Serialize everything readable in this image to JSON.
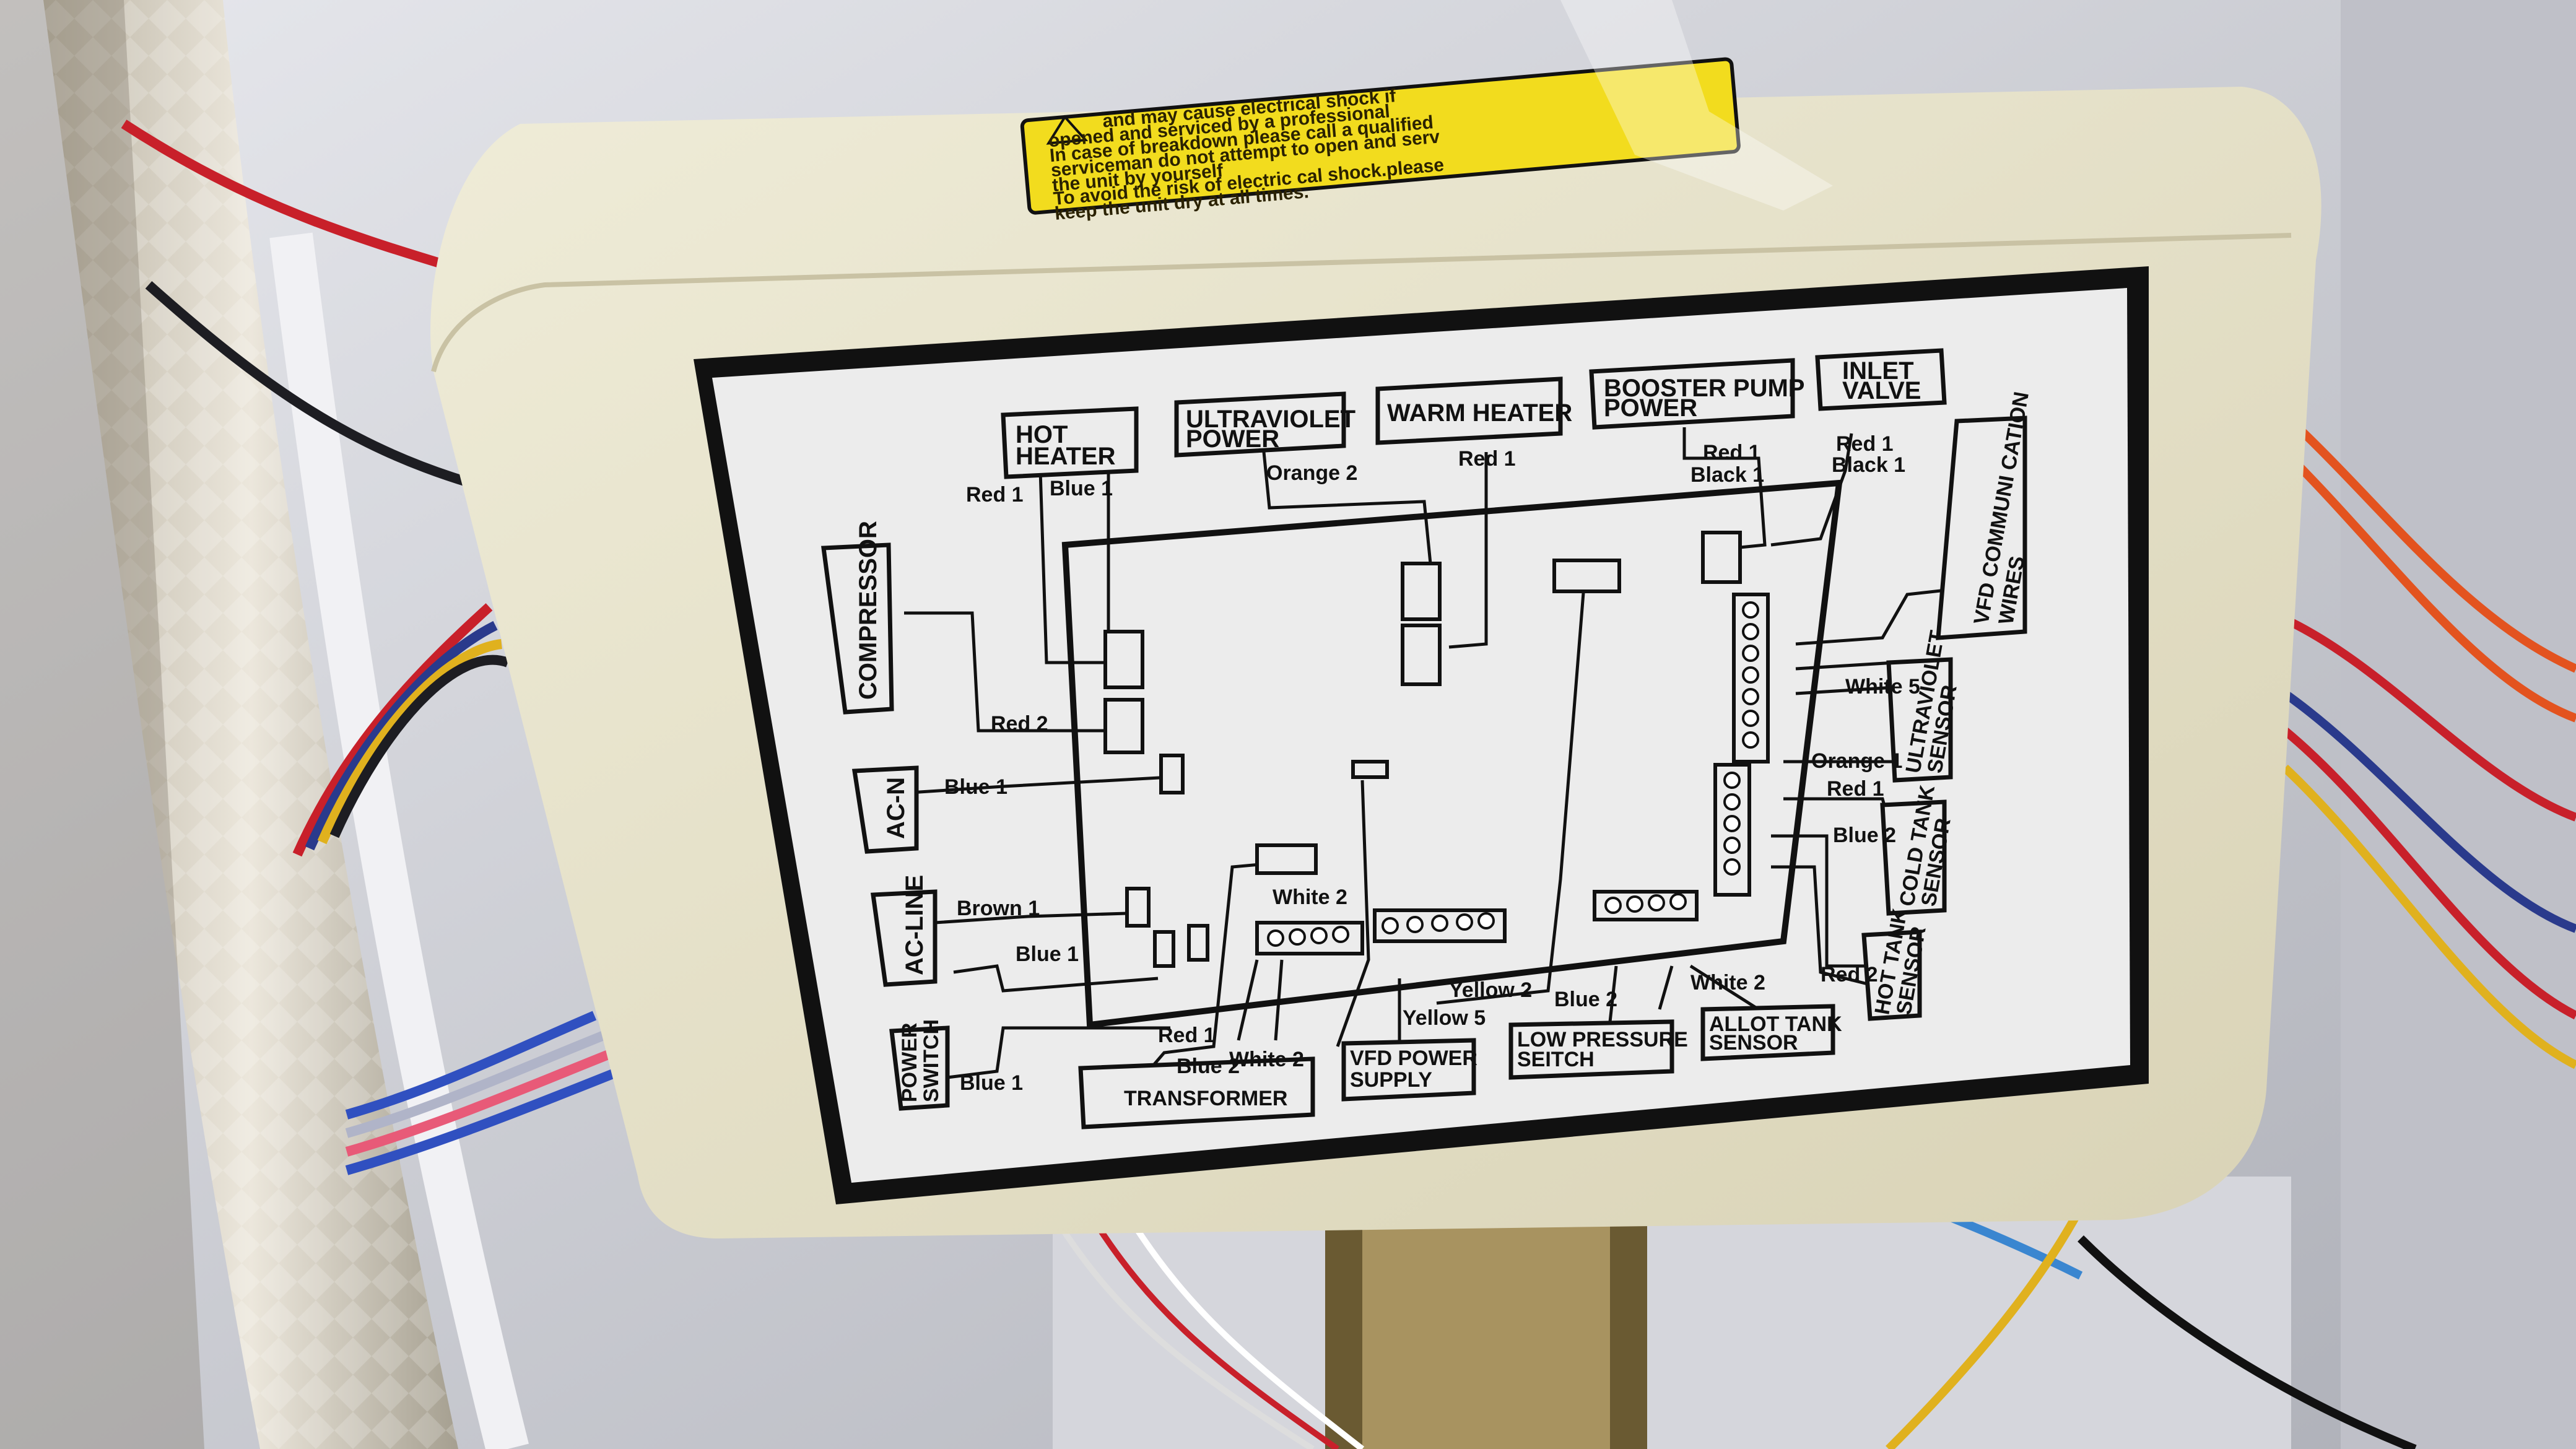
{
  "warning_label": {
    "lines": [
      "opened and serviced by a professional",
      "In case of breakdown please call a qualified",
      "serviceman do not attempt to open and serv",
      "the unit by yourself",
      "To avoid the risk of electric cal shock.please",
      "keep the unit dry at all times."
    ],
    "top_fragment": "and may cause electrical shock if"
  },
  "components": {
    "hot_heater": [
      "HOT",
      "HEATER"
    ],
    "ultraviolet_power": [
      "ULTRAVIOLET",
      "POWER"
    ],
    "warm_heater": [
      "WARM HEATER"
    ],
    "booster_pump_power": [
      "BOOSTER PUMP",
      "POWER"
    ],
    "inlet_valve": [
      "INLET",
      "VALVE"
    ],
    "compressor": [
      "COMPRESSOR"
    ],
    "ac_n": [
      "AC-N"
    ],
    "ac_line": [
      "AC-LINE"
    ],
    "power_switch": [
      "POWER",
      "SWITCH"
    ],
    "transformer": [
      "TRANSFORMER"
    ],
    "vfd_power_supply": [
      "VFD POWER",
      "SUPPLY"
    ],
    "low_pressure_switch": [
      "LOW PRESSURE",
      "SEITCH"
    ],
    "allot_tank_sensor": [
      "ALLOT TANK",
      "SENSOR"
    ],
    "vfd_communication_wires": [
      "VFD COMMUNI CATION",
      "WIRES"
    ],
    "ultraviolet_sensor": [
      "ULTRAVIOLET",
      "SENSOR"
    ],
    "cold_tank_sensor": [
      "COLD TANK",
      "SENSOR"
    ],
    "hot_tank_sensor": [
      "HOT TANK",
      "SENSOR"
    ]
  },
  "wires": {
    "hot_red": "Red 1",
    "hot_blue": "Blue 1",
    "uv_orange": "Orange 2",
    "warm_red": "Red 1",
    "booster_red": "Red 1",
    "booster_black": "Black 1",
    "inlet_red": "Red 1",
    "inlet_black": "Black 1",
    "compressor_red": "Red 2",
    "acn_blue": "Blue 1",
    "acline_brown": "Brown 1",
    "acline_blue": "Blue 1",
    "power_blue": "Blue 1",
    "mid_white": "White 2",
    "tr_red": "Red 1",
    "tr_blue": "Blue 2",
    "tr_white": "White 2",
    "vfd_yellow5": "Yellow 5",
    "vfd_yellow2": "Yellow 2",
    "lp_blue": "Blue 2",
    "allot_white": "White 2",
    "comm_white": "White 5",
    "uv_orange1": "Orange 1",
    "uv_red1": "Red 1",
    "cold_blue": "Blue 2",
    "hot_red2": "Red 2"
  }
}
